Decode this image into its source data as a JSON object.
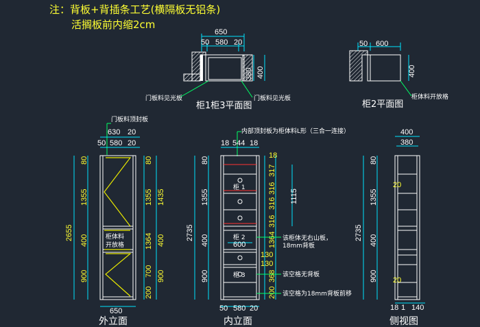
{
  "notes": {
    "line1": "注：背板+背插条工艺(横隔板无铝条)",
    "line2": "活搁板前内缩2cm"
  },
  "plan1": {
    "dims_top": [
      "650"
    ],
    "dims_sub": [
      "50",
      "580",
      "20"
    ],
    "dims_right": [
      "380",
      "400"
    ],
    "callout_left": "门板料见光板",
    "callout_right": "门板料见光板",
    "title": "柜1柜3平面图"
  },
  "plan2": {
    "dims_top": [
      "50",
      "600"
    ],
    "dims_right": [
      "400"
    ],
    "callout": "柜体料开放格",
    "title": "柜2平面图"
  },
  "outer_elev": {
    "top_note": "门板料顶封板",
    "dims_top": [
      "630",
      "20"
    ],
    "dims_sub": [
      "50",
      "580",
      "20"
    ],
    "dims_left_outer": [
      "2655"
    ],
    "dims_left_inner": [
      "80",
      "1355",
      "400",
      "900"
    ],
    "dims_right_inner": [
      "80",
      "1355",
      "1364",
      "700",
      "200"
    ],
    "dims_right_outer": [
      "1435",
      "400",
      "900"
    ],
    "cell_label_1": "柜体料",
    "cell_label_2": "开放格",
    "dims_bottom": [
      "650"
    ],
    "title": "外立面"
  },
  "inner_elev": {
    "top_note": "内部顶封板为柜体料L形（三合一连接）",
    "dims_top": [
      "18",
      "544",
      "18"
    ],
    "dims_left_outer": [
      "2735"
    ],
    "dims_left_inner": [
      "80",
      "1355",
      "400",
      "900"
    ],
    "dims_right": [
      "18",
      "317",
      "316",
      "316",
      "316",
      "1364",
      "130",
      "130",
      "368",
      "200"
    ],
    "dims_side": [
      "1115"
    ],
    "mid_dim": "600",
    "cab_labels": [
      "柜 1",
      "柜 2",
      "柜 3"
    ],
    "callouts": [
      "该柜体无右山板，",
      "18mm背板",
      "该空格无背板",
      "该空格为18mm背板前移"
    ],
    "dims_bottom": [
      "50",
      "580",
      "20"
    ],
    "title": "内立面"
  },
  "side_view": {
    "dims_top": [
      "400",
      "380"
    ],
    "dims_left_outer": [
      "2735"
    ],
    "dims_left_inner": [
      "80",
      "1355",
      "400",
      "900"
    ],
    "dims_inner": [
      "20",
      "20"
    ],
    "dims_bottom": [
      "18",
      "1",
      "140"
    ],
    "title": "侧视图"
  }
}
